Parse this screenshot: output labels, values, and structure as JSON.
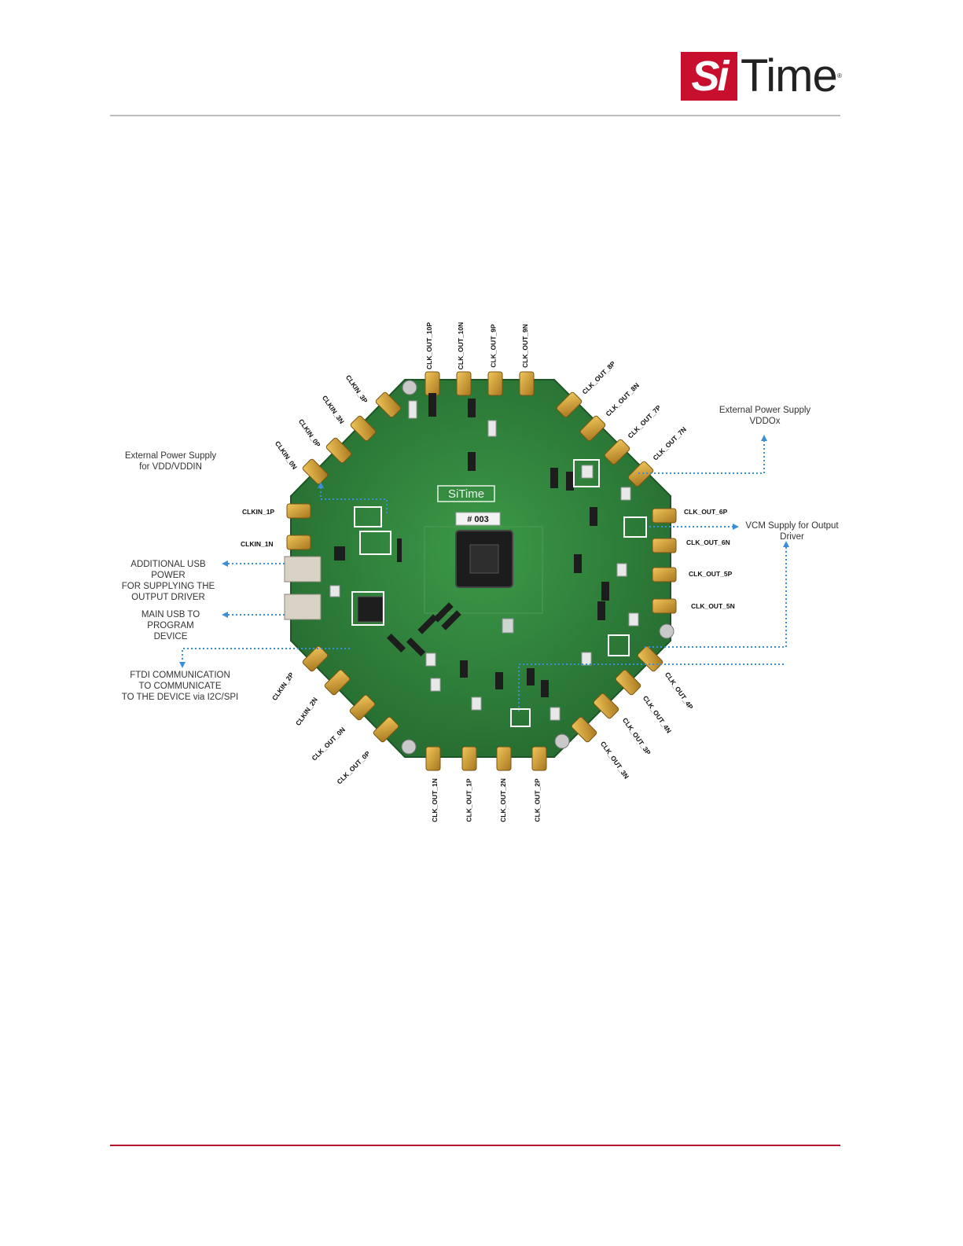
{
  "header": {
    "logo_si": "Si",
    "logo_rest": "Time",
    "logo_reg": "®"
  },
  "board": {
    "brand": "SiTime",
    "serial": "# 003"
  },
  "callouts": {
    "vdd": "External Power Supply\nfor VDD/VDDIN",
    "vddo": "External Power Supply\nVDDOx",
    "vcm": "VCM Supply for Output\nDriver",
    "usb_power": "ADDITIONAL USB POWER\nFOR SUPPLYING THE\nOUTPUT DRIVER",
    "main_usb": "MAIN USB TO PROGRAM\nDEVICE",
    "ftdi": "FTDI COMMUNICATION\nTO COMMUNICATE\nTO THE DEVICE via I2C/SPI"
  },
  "connectors": {
    "top": [
      "CLK_OUT_10P",
      "CLK_OUT_10N",
      "CLK_OUT_9P",
      "CLK_OUT_9N"
    ],
    "bottom": [
      "CLK_OUT_1N",
      "CLK_OUT_1P",
      "CLK_OUT_2N",
      "CLK_OUT_2P"
    ],
    "top_left": [
      "CLKIN_3P",
      "CLKIN_3N",
      "CLKIN_0P",
      "CLKIN_0N"
    ],
    "top_right": [
      "CLK_OUT_8P",
      "CLK_OUT_8N",
      "CLK_OUT_7P",
      "CLK_OUT_7N"
    ],
    "left": [
      "CLKIN_1P",
      "CLKIN_1N"
    ],
    "right": [
      "CLK_OUT_6P",
      "CLK_OUT_6N",
      "CLK_OUT_5P",
      "CLK_OUT_5N"
    ],
    "bottom_left": [
      "CLKIN_2P",
      "CLKIN_2N",
      "CLK_OUT_0N",
      "CLK_OUT_0P"
    ],
    "bottom_right": [
      "CLK_OUT_4P",
      "CLK_OUT_4N",
      "CLK_OUT_3P",
      "CLK_OUT_3N"
    ]
  },
  "colors": {
    "brand_red": "#c8102e",
    "pcb_green": "#2f7d3a",
    "callout_blue": "#3a8fd8",
    "sma_gold": "#d4a23a"
  }
}
